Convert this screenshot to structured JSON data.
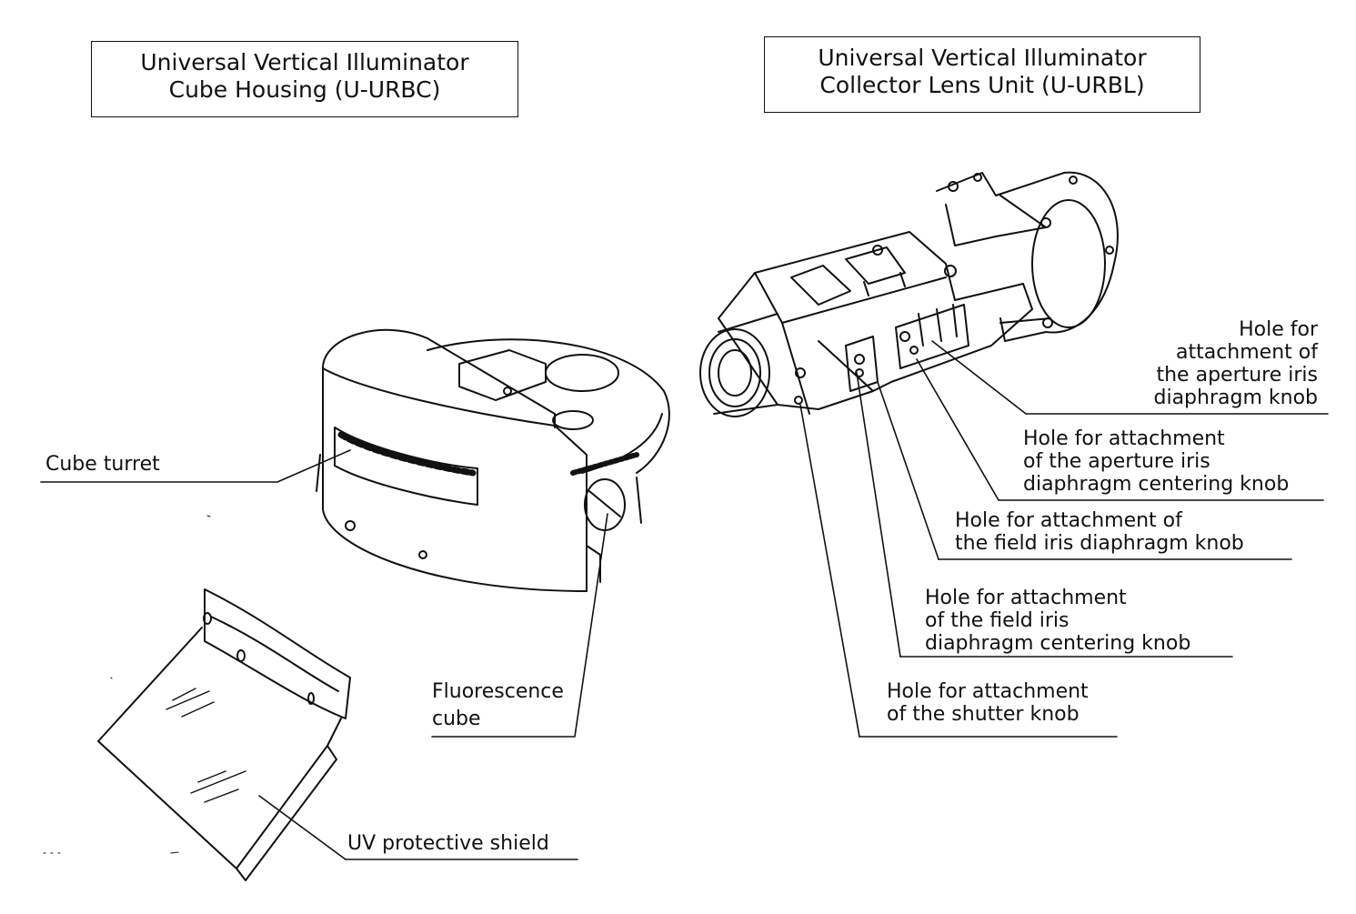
{
  "titles": {
    "left": {
      "line1": "Universal Vertical Illuminator",
      "line2": "Cube Housing (U-URBC)"
    },
    "right": {
      "line1": "Universal Vertical Illuminator",
      "line2": "Collector Lens Unit (U-URBL)"
    }
  },
  "labels": {
    "cube_turret": "Cube turret",
    "fluorescence_cube": [
      "Fluorescence",
      "cube"
    ],
    "uv_shield": "UV protective shield",
    "aperture_iris_knob": [
      "Hole for",
      "attachment of",
      "the aperture iris",
      "diaphragm knob"
    ],
    "aperture_iris_centering": [
      "Hole for attachment",
      "of the aperture iris",
      "diaphragm centering knob"
    ],
    "field_iris_knob": [
      "Hole for attachment of",
      "the field iris diaphragm knob"
    ],
    "field_iris_centering": [
      "Hole for attachment",
      "of the field iris",
      "diaphragm centering knob"
    ],
    "shutter_knob": [
      "Hole for attachment",
      "of the shutter knob"
    ]
  }
}
